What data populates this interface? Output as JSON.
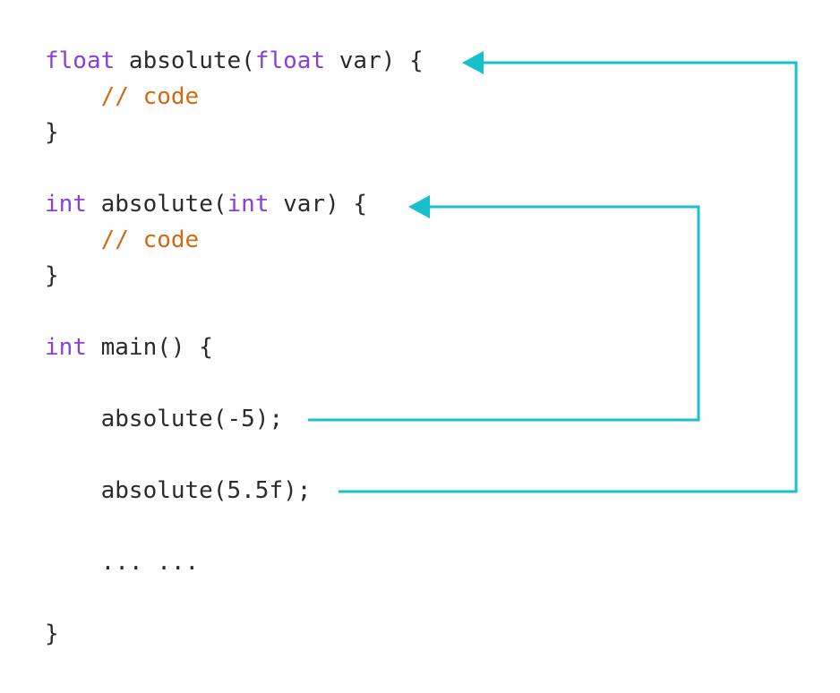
{
  "colors": {
    "keyword": "#8a3fd6",
    "comment": "#cf6b14",
    "text": "#2b2b2b",
    "arrow": "#17c0cc"
  },
  "code_lines": [
    [
      {
        "t": "float",
        "k": "kw"
      },
      {
        "t": " absolute(",
        "k": "tx"
      },
      {
        "t": "float",
        "k": "kw"
      },
      {
        "t": " var) {",
        "k": "tx"
      }
    ],
    [
      {
        "t": "    // code",
        "k": "cm"
      }
    ],
    [
      {
        "t": "}",
        "k": "tx"
      }
    ],
    [],
    [
      {
        "t": "int",
        "k": "kw"
      },
      {
        "t": " absolute(",
        "k": "tx"
      },
      {
        "t": "int",
        "k": "kw"
      },
      {
        "t": " var) {",
        "k": "tx"
      }
    ],
    [
      {
        "t": "    // code",
        "k": "cm"
      }
    ],
    [
      {
        "t": "}",
        "k": "tx"
      }
    ],
    [],
    [
      {
        "t": "int",
        "k": "kw"
      },
      {
        "t": " main() {",
        "k": "tx"
      }
    ],
    [],
    [
      {
        "t": "    absolute(-5);",
        "k": "tx"
      }
    ],
    [],
    [
      {
        "t": "    absolute(5.5f);",
        "k": "tx"
      }
    ],
    [],
    [
      {
        "t": "    ... ...",
        "k": "tx"
      }
    ],
    [],
    [
      {
        "t": "}",
        "k": "tx"
      }
    ]
  ],
  "arrows": [
    {
      "from": "call-absolute-int",
      "to": "def-absolute-int"
    },
    {
      "from": "call-absolute-float",
      "to": "def-absolute-float"
    }
  ]
}
